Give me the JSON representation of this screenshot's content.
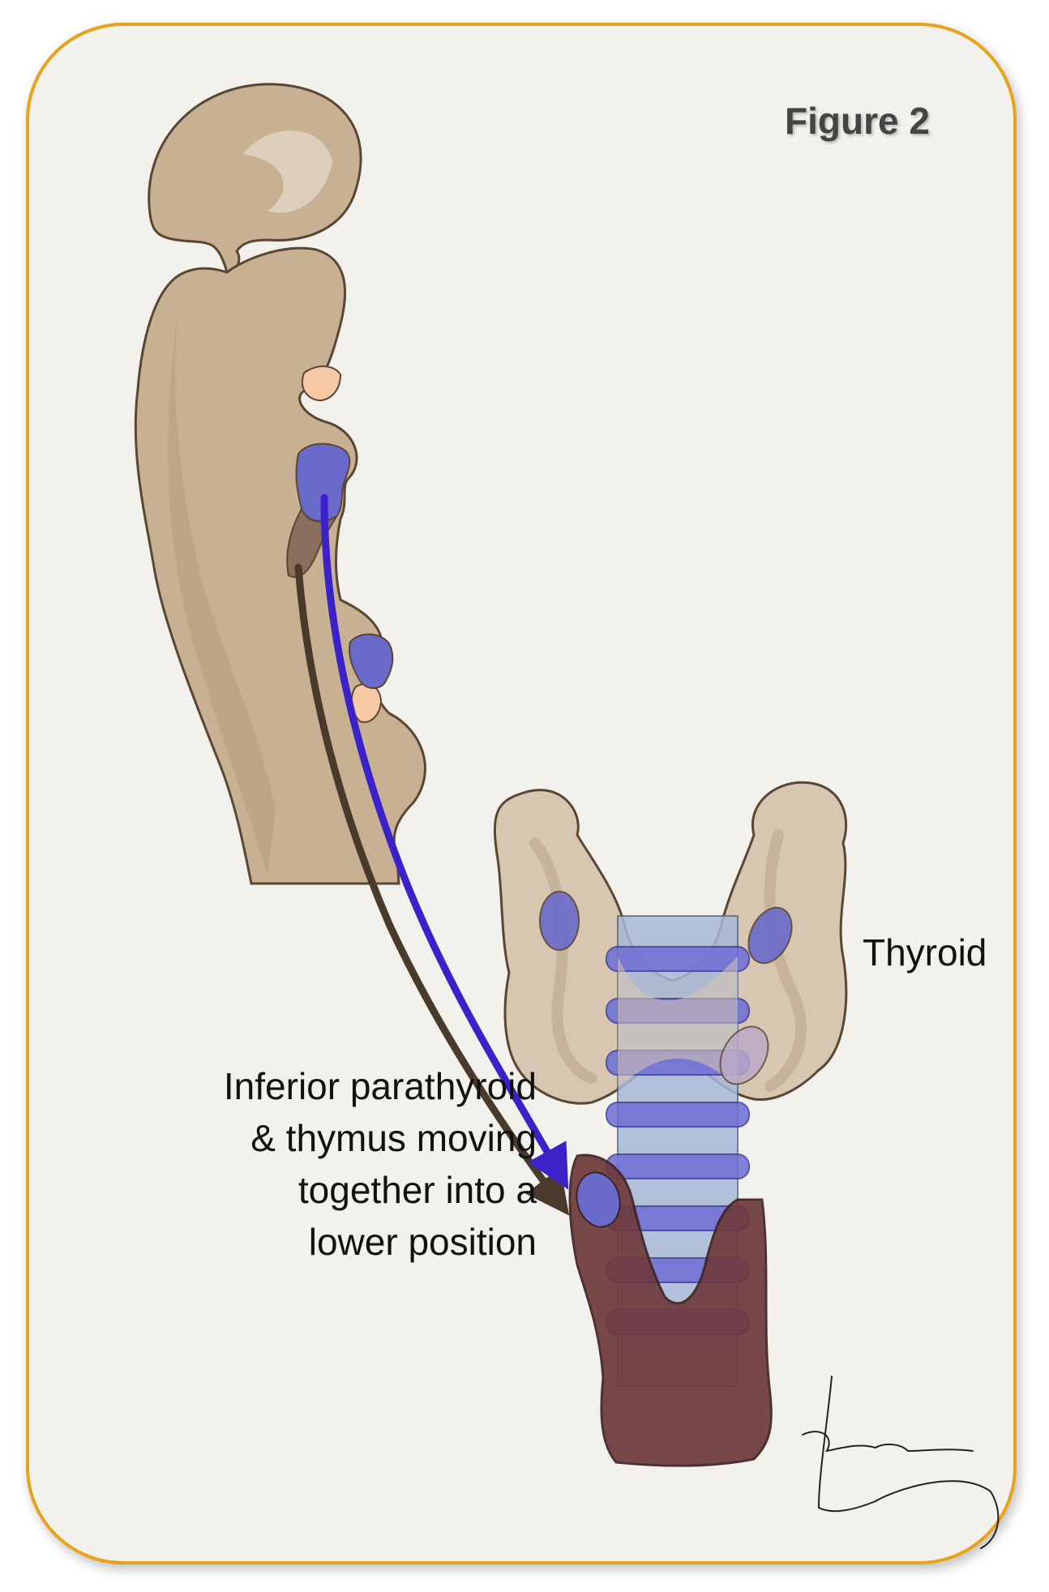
{
  "figure": {
    "title": "Figure 2"
  },
  "labels": {
    "thyroid": "Thyroid",
    "caption_lines": [
      "Inferior parathyroid",
      "& thymus moving",
      "together into a",
      "lower position"
    ]
  },
  "colors": {
    "frame": "#E8A21B",
    "background": "#F2F1EC",
    "pharynx_tissue": "#C8B092",
    "tissue_outline": "#5A4634",
    "parathyroid_blue": "#6A6ACB",
    "thymus_path": "#4A3A2C",
    "parathyroid_path": "#3B22C8",
    "thyroid_tissue": "#D8C7B0",
    "trachea_ring": "#6E6ED6",
    "thymus_tissue": "#6E3A3C",
    "pouch_peach": "#F7C9A4"
  }
}
